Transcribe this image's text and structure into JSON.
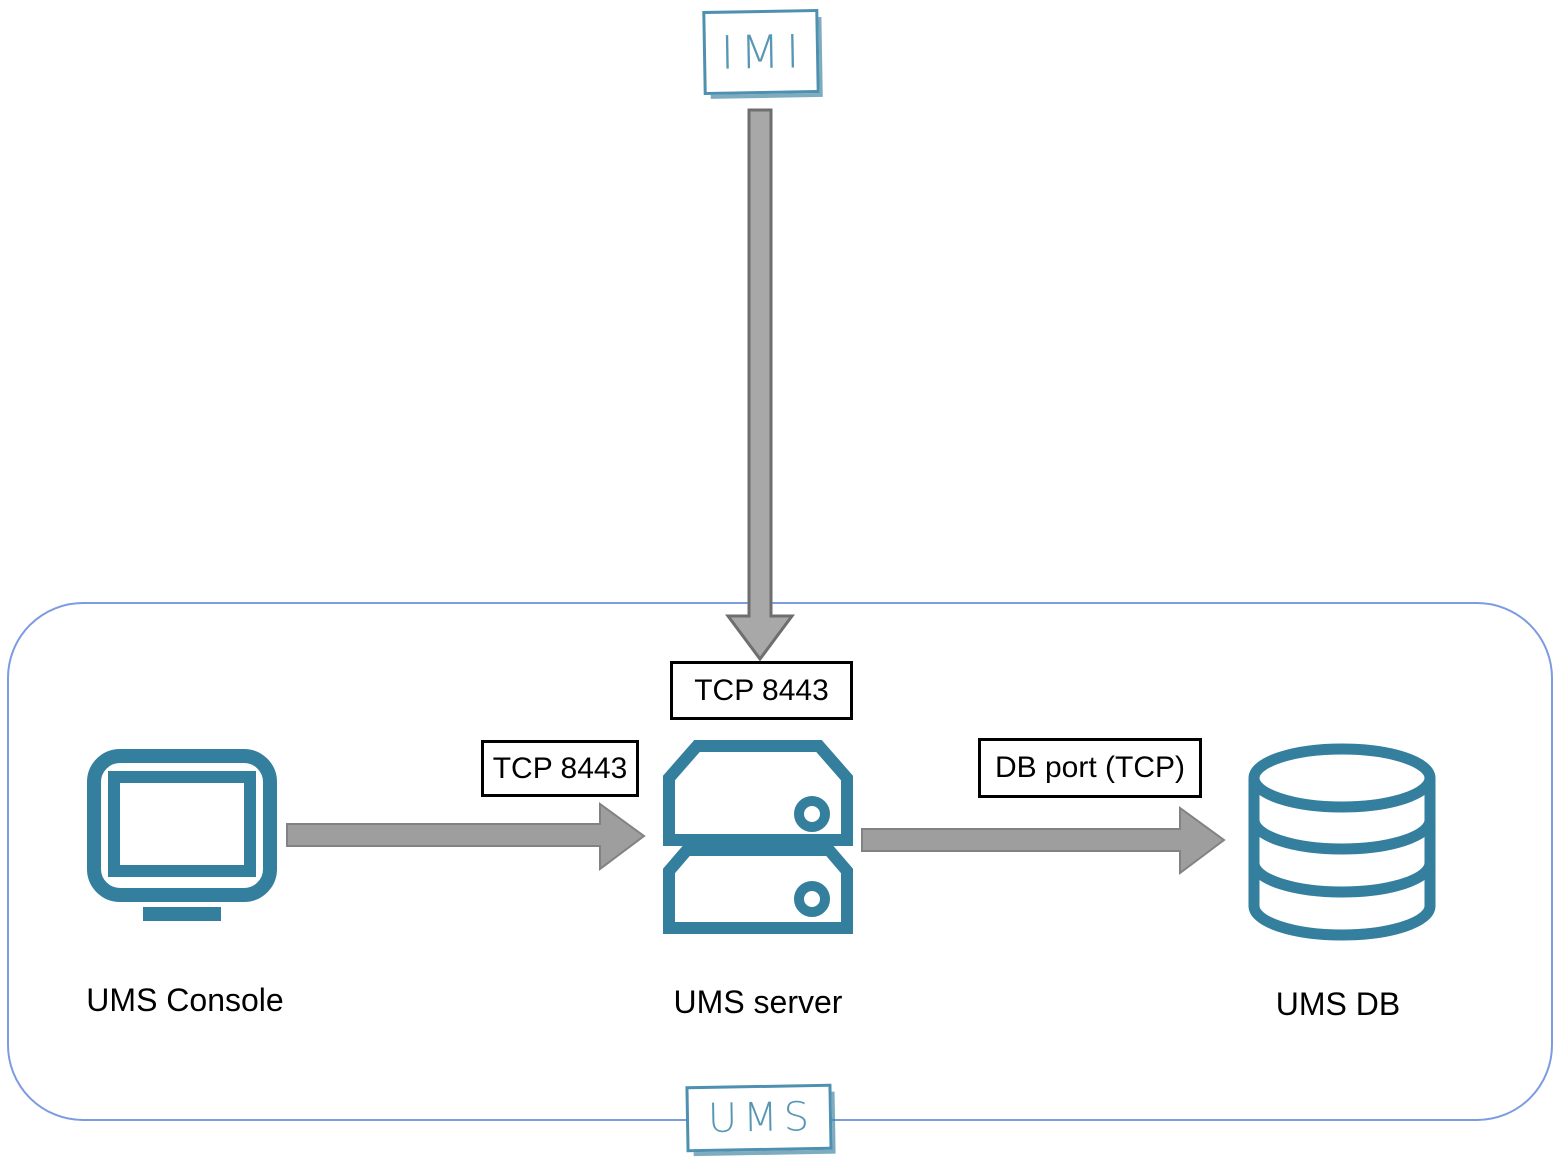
{
  "diagram": {
    "nodes": {
      "imi": {
        "label": "IMI"
      },
      "console": {
        "label": "UMS Console"
      },
      "server": {
        "label": "UMS server"
      },
      "db": {
        "label": "UMS DB"
      },
      "group": {
        "label": "UMS"
      }
    },
    "edges": [
      {
        "from": "IMI",
        "to": "UMS server",
        "label": "TCP 8443"
      },
      {
        "from": "UMS Console",
        "to": "UMS server",
        "label": "TCP 8443"
      },
      {
        "from": "UMS server",
        "to": "UMS DB",
        "label": "DB port (TCP)"
      }
    ],
    "colors": {
      "icon_teal": "#337F9D",
      "logo_teal_border": "#4E90AF",
      "logo_teal_text": "#5797B4",
      "group_border_blue": "#7D9BE2",
      "arrow_gray_fill": "#A3A3A3",
      "arrow_gray_outline": "#6E6E6E",
      "port_box_border": "#000000",
      "label_text": "#000000"
    }
  }
}
